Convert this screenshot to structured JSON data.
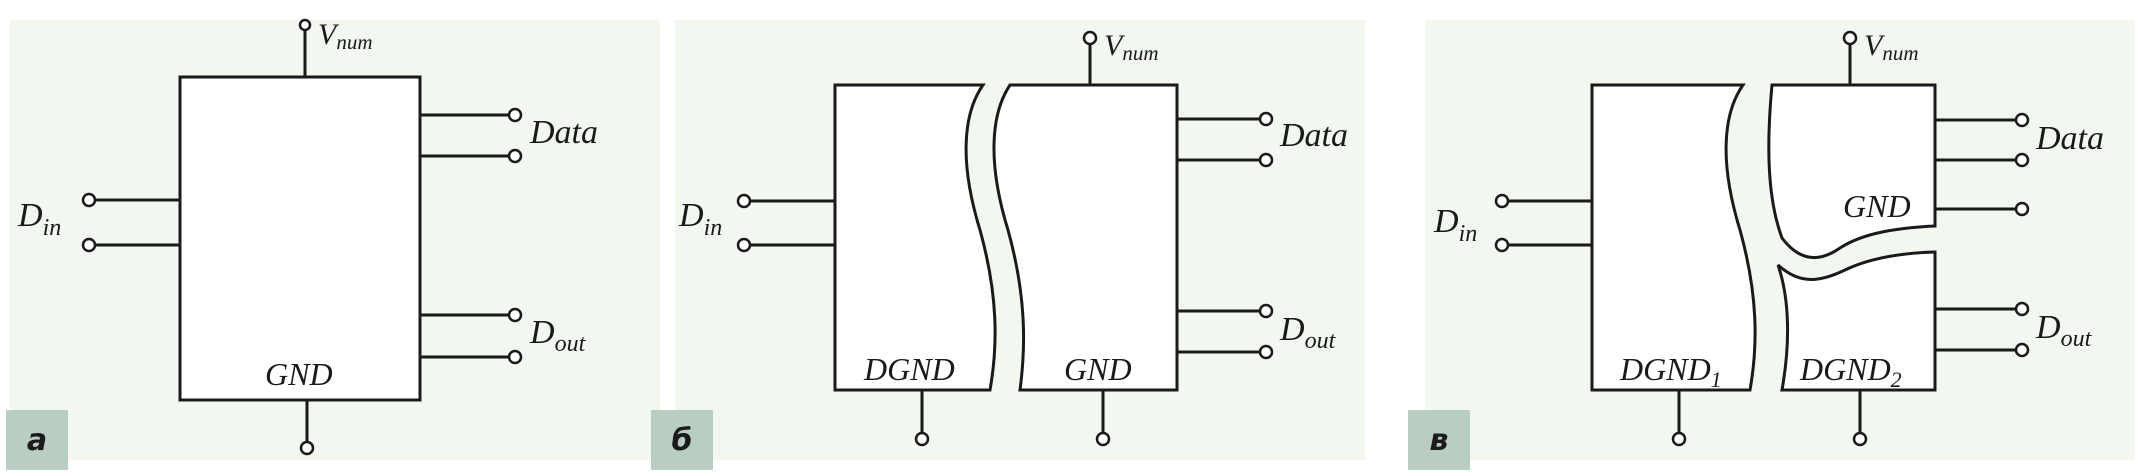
{
  "panels": [
    {
      "tag": "а",
      "vnum": {
        "main": "V",
        "sub": "num"
      },
      "din": {
        "main": "D",
        "sub": "in"
      },
      "data": "Data",
      "dout": {
        "main": "D",
        "sub": "out"
      },
      "gnd": "GND"
    },
    {
      "tag": "б",
      "vnum": {
        "main": "V",
        "sub": "num"
      },
      "din": {
        "main": "D",
        "sub": "in"
      },
      "data": "Data",
      "dout": {
        "main": "D",
        "sub": "out"
      },
      "dgnd": "DGND",
      "gnd": "GND"
    },
    {
      "tag": "в",
      "vnum": {
        "main": "V",
        "sub": "num"
      },
      "din": {
        "main": "D",
        "sub": "in"
      },
      "data": "Data",
      "gnd": "GND",
      "dout": {
        "main": "D",
        "sub": "out"
      },
      "dgnd1": {
        "main": "DGND",
        "sub": "1"
      },
      "dgnd2": {
        "main": "DGND",
        "sub": "2"
      }
    }
  ],
  "colors": {
    "panel_background": "#f2f7f0",
    "tag_background": "#b9cec2",
    "line": "#1a1a1a"
  }
}
